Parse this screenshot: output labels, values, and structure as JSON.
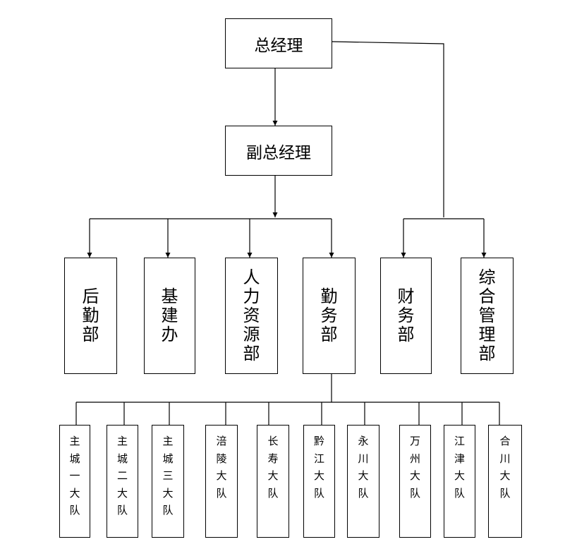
{
  "org": {
    "gm": "总经理",
    "deputy": "副总经理",
    "departments": [
      "后勤部",
      "基建办",
      "人力资源部",
      "勤务部",
      "财务部",
      "综合管理部"
    ],
    "brigades": [
      "主城一大队",
      "主城二大队",
      "主城三大队",
      "涪陵大队",
      "长寿大队",
      "黔江大队",
      "永川大队",
      "万州大队",
      "江津大队",
      "合川大队"
    ]
  },
  "colors": {
    "line": "#000000",
    "box_border": "#000000",
    "background": "#ffffff"
  }
}
